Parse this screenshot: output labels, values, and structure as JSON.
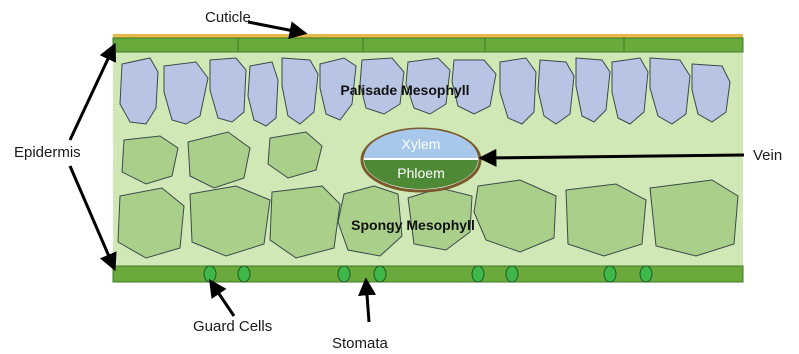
{
  "labels": {
    "cuticle": "Cuticle",
    "epidermis": "Epidermis",
    "palisade": "Palisade Mesophyll",
    "spongy": "Spongy Mesophyll",
    "vein": "Vein",
    "xylem": "Xylem",
    "phloem": "Phloem",
    "guard_cells": "Guard Cells",
    "stomata": "Stomata"
  },
  "colors": {
    "cuticle": "#e8b84a",
    "epidermis": "#6aaa3c",
    "epidermis_border": "#3f7a25",
    "mesophyll_bg": "#cfe8b6",
    "palisade_cell": "#b7c4e4",
    "spongy_cell": "#a9cf8a",
    "cell_stroke": "#3a4a4a",
    "xylem": "#a7c8ea",
    "phloem": "#4e8a36",
    "vein_ring": "#7a5a2a",
    "guard_cell": "#3fb84a",
    "arrow": "#000000"
  }
}
